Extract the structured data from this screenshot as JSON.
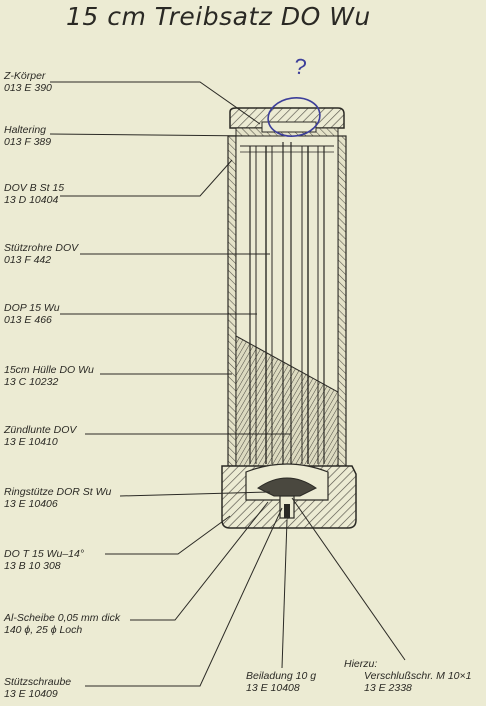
{
  "title": "15 cm Treibsatz DO Wu",
  "annotation_mark": "?",
  "labels": [
    {
      "id": "z-koerper",
      "name": "Z-Körper",
      "code": "013 E 390"
    },
    {
      "id": "haltering",
      "name": "Haltering",
      "code": "013 F 389"
    },
    {
      "id": "dov-b-st-15",
      "name": "DOV B St 15",
      "code": "13 D 10404"
    },
    {
      "id": "stuetzrohre-dov",
      "name": "Stützrohre DOV",
      "code": "013 F 442"
    },
    {
      "id": "dop-15-wu",
      "name": "DOP 15 Wu",
      "code": "013 E 466"
    },
    {
      "id": "huelle-do-wu",
      "name": "15cm Hülle DO Wu",
      "code": "13 C 10232"
    },
    {
      "id": "zuendlunte-dov",
      "name": "Zündlunte DOV",
      "code": "13 E 10410"
    },
    {
      "id": "ringstuetze",
      "name": "Ringstütze DOR St Wu",
      "code": "13 E 10406"
    },
    {
      "id": "do-t-15",
      "name": "DO T 15 Wu–14°",
      "code": "13 B 10 308"
    },
    {
      "id": "al-scheibe",
      "name": "Al-Scheibe 0,05 mm dick",
      "code": "140 ϕ, 25 ϕ Loch"
    },
    {
      "id": "stuetzschraube",
      "name": "Stützschraube",
      "code": "13 E 10409"
    },
    {
      "id": "beiladung",
      "name": "Beiladung 10 g",
      "code": "13 E 10408"
    },
    {
      "id": "verschlussschr",
      "prefix": "Hierzu:",
      "name": "Verschlußschr. M 10×1",
      "code": "13 E 2338"
    }
  ],
  "colors": {
    "paper": "#ecebd3",
    "ink": "#2b2a25",
    "hatch": "#55534a",
    "annotation": "#3d3f9a"
  }
}
